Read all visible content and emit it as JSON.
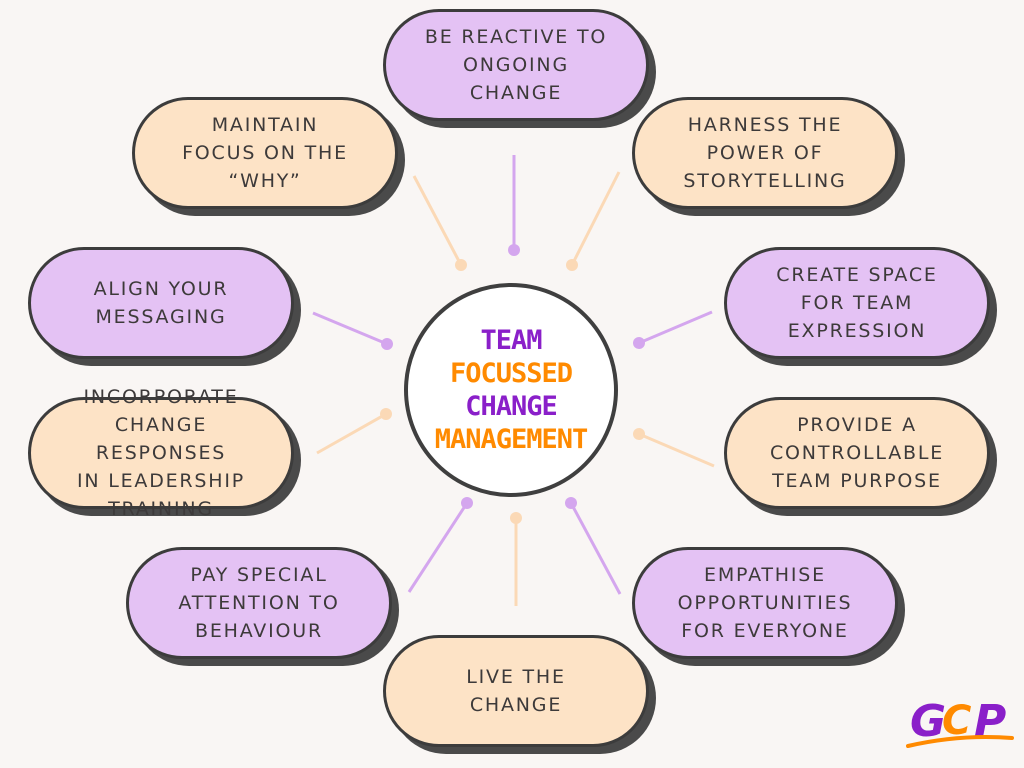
{
  "center": {
    "lines": [
      {
        "text": "TEAM",
        "color": "#8a1fc9"
      },
      {
        "text": "FOCUSSED",
        "color": "#ff8a00"
      },
      {
        "text": "CHANGE",
        "color": "#8a1fc9"
      },
      {
        "text": "MANAGEMENT",
        "color": "#ff8a00"
      }
    ]
  },
  "nodes": [
    {
      "id": "reactive",
      "text": "Be reactive to\nongoing\nchange",
      "color": "#e4c2f4"
    },
    {
      "id": "storytelling",
      "text": "Harness the\npower of\nstorytelling",
      "color": "#fde3c6"
    },
    {
      "id": "space",
      "text": "Create space\nfor team\nexpression",
      "color": "#e4c2f4"
    },
    {
      "id": "purpose",
      "text": "Provide a\ncontrollable\nteam purpose",
      "color": "#fde3c6"
    },
    {
      "id": "empathise",
      "text": "Empathise\nopportunities\nfor everyone",
      "color": "#e4c2f4"
    },
    {
      "id": "live",
      "text": "Live the\nchange",
      "color": "#fde3c6"
    },
    {
      "id": "behaviour",
      "text": "Pay special\nattention to\nbehaviour",
      "color": "#e4c2f4"
    },
    {
      "id": "leadership",
      "text": "Incorporate\nchange responses\nin leadership\ntraining",
      "color": "#fde3c6"
    },
    {
      "id": "messaging",
      "text": "Align your\nmessaging",
      "color": "#e4c2f4"
    },
    {
      "id": "why",
      "text": "Maintain\nfocus on the\n“why”",
      "color": "#fde3c6"
    }
  ],
  "logo": {
    "text": "GCP",
    "primary": "#8a1fc9",
    "secondary": "#ff8a00"
  }
}
